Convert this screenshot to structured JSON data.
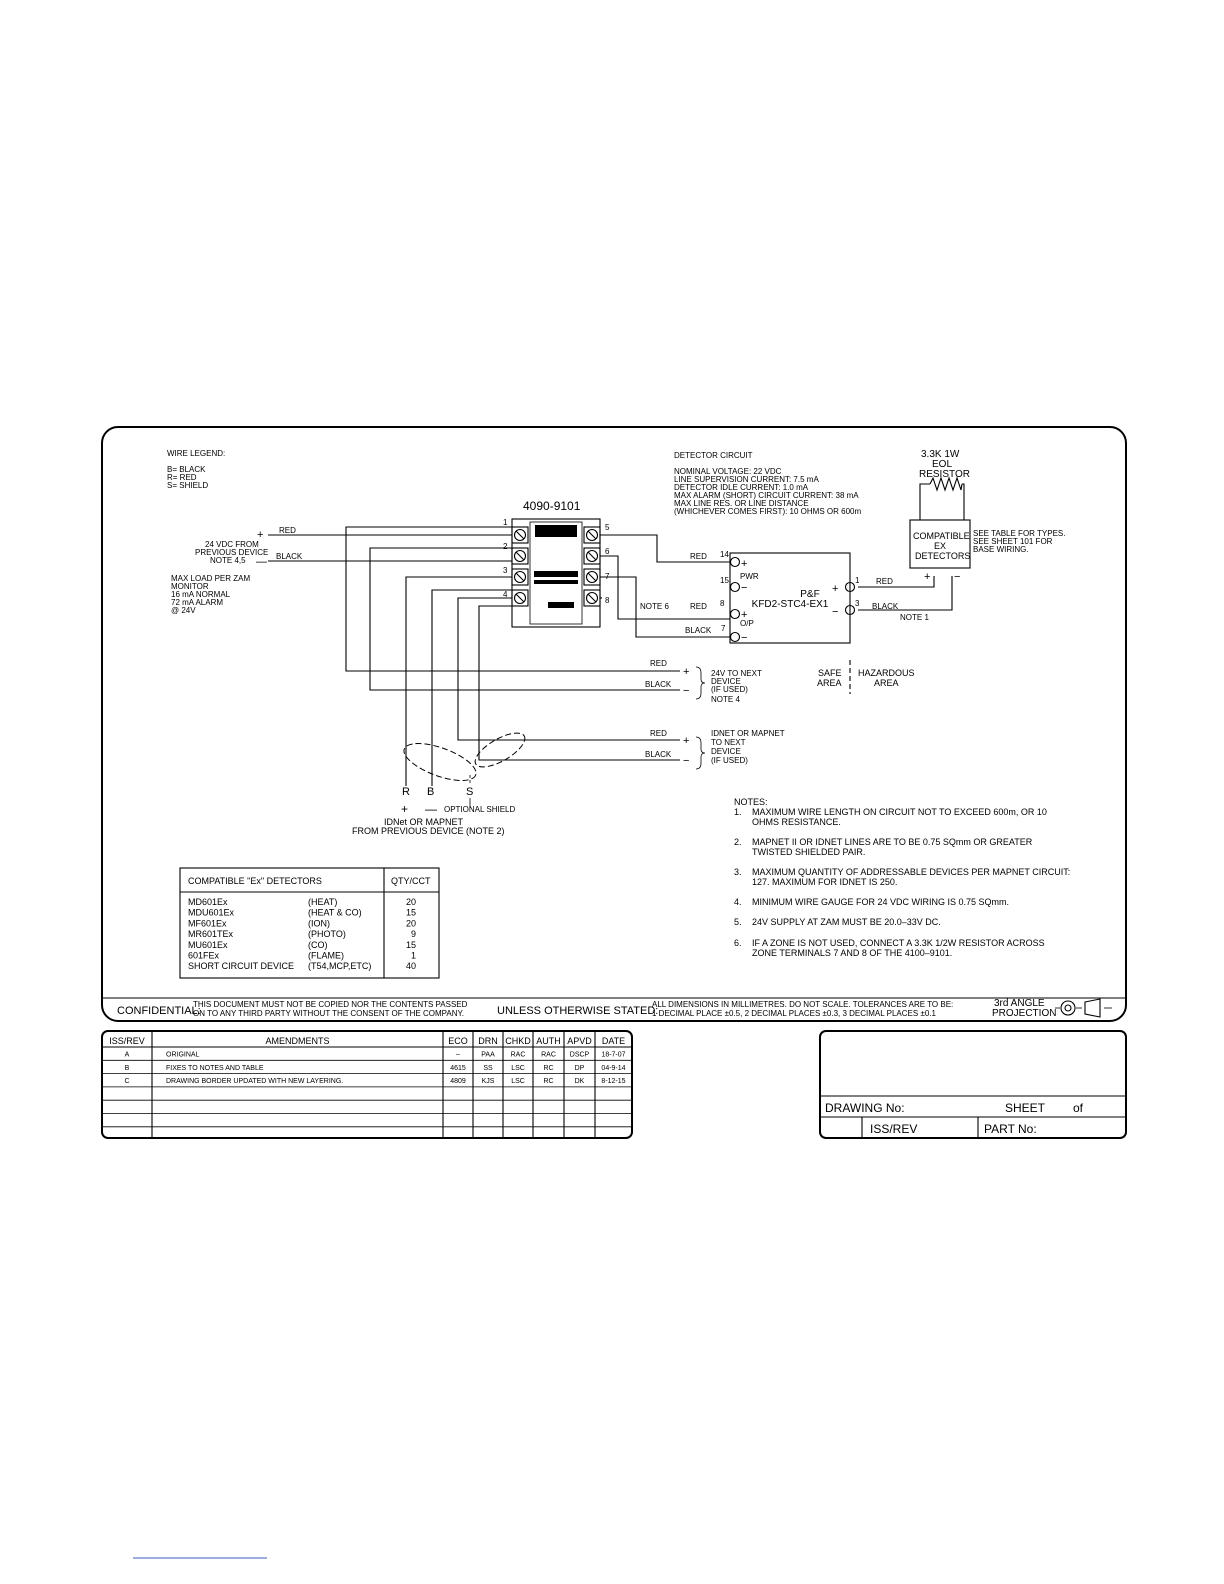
{
  "wire_legend": {
    "title": "WIRE LEGEND:",
    "items": [
      "B= BLACK",
      "R= RED",
      "S= SHIELD"
    ]
  },
  "left_supply": {
    "plus": "+",
    "minus": "—",
    "line1": "24 VDC FROM",
    "line2": "PREVIOUS DEVICE",
    "line3": "NOTE 4,5",
    "red": "RED",
    "black": "BLACK"
  },
  "max_load": [
    "MAX LOAD PER ZAM",
    "MONITOR",
    "16  mA NORMAL",
    "72  mA ALARM",
    "@ 24V"
  ],
  "module": {
    "title": "4090-9101",
    "left_terminals": [
      "1",
      "2",
      "3",
      "4"
    ],
    "right_terminals": [
      "5",
      "6",
      "7",
      "8"
    ]
  },
  "detector_circuit": {
    "title": "DETECTOR CIRCUIT",
    "lines": [
      "NOMINAL VOLTAGE: 22 VDC",
      "LINE SUPERVISION CURRENT: 7.5 mA",
      "DETECTOR IDLE CURRENT: 1.0 mA",
      "MAX ALARM (SHORT) CIRCUIT CURRENT: 38 mA",
      "MAX LINE RES. OR LINE DISTANCE",
      "(WHICHEVER COMES FIRST): 10 OHMS OR 600m"
    ]
  },
  "eol_resistor": [
    "3.3K  1W",
    "EOL",
    "RESISTOR"
  ],
  "compatible_box": [
    "COMPATIBLE",
    "EX",
    "DETECTORS"
  ],
  "compatible_note": [
    "SEE TABLE FOR TYPES.",
    "SEE SHEET 101 FOR",
    "BASE WIRING."
  ],
  "barrier": {
    "name": "P&F",
    "model": "KFD2-STC4-EX1",
    "pwr": "PWR",
    "op": "O/P",
    "terminals_left": [
      "14",
      "15",
      "8",
      "7"
    ],
    "terminals_right": [
      "1",
      "3"
    ],
    "red": "RED",
    "black": "BLACK",
    "note6": "NOTE 6",
    "note1": "NOTE 1"
  },
  "next_24v": [
    "24V TO NEXT",
    "DEVICE",
    "(IF USED)",
    "NOTE 4"
  ],
  "next_idnet": [
    "IDNET OR MAPNET",
    "TO NEXT",
    "DEVICE",
    "(IF USED)"
  ],
  "areas": {
    "safe": [
      "SAFE",
      "AREA"
    ],
    "hazardous": [
      "HAZARDOUS",
      "AREA"
    ]
  },
  "wire_labels": {
    "red": "RED",
    "black": "BLACK"
  },
  "rbs": {
    "r": "R",
    "b": "B",
    "s": "S",
    "plus": "+",
    "minus": "—",
    "shield": "OPTIONAL SHIELD",
    "line1": "IDNet OR MAPNET",
    "line2": "FROM PREVIOUS DEVICE (NOTE 2)"
  },
  "detectors_table": {
    "header": "COMPATIBLE \"Ex\" DETECTORS",
    "qty_header": "QTY/CCT",
    "rows": [
      {
        "model": "MD601Ex",
        "type": "(HEAT)",
        "qty": "20"
      },
      {
        "model": "MDU601Ex",
        "type": "(HEAT  &  CO)",
        "qty": "15"
      },
      {
        "model": "MF601Ex",
        "type": "(ION)",
        "qty": "20"
      },
      {
        "model": "MR601TEx",
        "type": "(PHOTO)",
        "qty": "9"
      },
      {
        "model": "MU601Ex",
        "type": "(CO)",
        "qty": "15"
      },
      {
        "model": "601FEx",
        "type": "(FLAME)",
        "qty": "1"
      },
      {
        "model": "SHORT  CIRCUIT  DEVICE",
        "type": "(T54,MCP,ETC)",
        "qty": "40"
      }
    ]
  },
  "notes": {
    "title": "NOTES:",
    "items": [
      [
        "1.",
        "MAXIMUM  WIRE  LENGTH  ON  CIRCUIT  NOT  TO  EXCEED  600m,  OR  10",
        "OHMS  RESISTANCE."
      ],
      [
        "2.",
        "MAPNET  II  OR  IDNET  LINES  ARE  TO  BE  0.75  SQmm  OR  GREATER",
        "TWISTED  SHIELDED  PAIR."
      ],
      [
        "3.",
        "MAXIMUM  QUANTITY  OF  ADDRESSABLE  DEVICES  PER  MAPNET  CIRCUIT:",
        "127.  MAXIMUM  FOR  IDNET  IS  250."
      ],
      [
        "4.",
        "MINIMUM  WIRE  GAUGE  FOR  24  VDC  WIRING  IS  0.75  SQmm.",
        ""
      ],
      [
        "5.",
        "24V  SUPPLY  AT  ZAM  MUST  BE  20.0–33V  DC.",
        ""
      ],
      [
        "6.",
        "IF  A  ZONE  IS  NOT  USED,  CONNECT  A  3.3K  1/2W  RESISTOR  ACROSS",
        "ZONE  TERMINALS  7  AND  8  OF  THE  4100–9101."
      ]
    ]
  },
  "footer": {
    "confidential_label": "CONFIDENTIAL:",
    "confidential_text": [
      "THIS  DOCUMENT  MUST  NOT  BE  COPIED  NOR  THE  CONTENTS  PASSED",
      "ON  TO  ANY  THIRD  PARTY  WITHOUT  THE  CONSENT  OF  THE  COMPANY."
    ],
    "unless_label": "UNLESS  OTHERWISE  STATED:",
    "unless_text": [
      "ALL  DIMENSIONS  IN  MILLIMETRES.  DO  NOT  SCALE.  TOLERANCES  ARE  TO  BE:",
      "1  DECIMAL  PLACE  ±0.5,  2  DECIMAL  PLACES  ±0.3,  3  DECIMAL  PLACES  ±0.1"
    ],
    "projection": [
      "3rd  ANGLE",
      "PROJECTION"
    ]
  },
  "amendments": {
    "headers": [
      "ISS/REV",
      "AMENDMENTS",
      "ECO",
      "DRN",
      "CHKD",
      "AUTH",
      "APVD",
      "DATE"
    ],
    "rows": [
      [
        "A",
        "ORIGINAL",
        "–",
        "PAA",
        "RAC",
        "RAC",
        "DSCP",
        "18-7-07"
      ],
      [
        "B",
        "FIXES TO NOTES AND TABLE",
        "4615",
        "SS",
        "LSC",
        "RC",
        "DP",
        "04-9-14"
      ],
      [
        "C",
        "DRAWING BORDER UPDATED WITH NEW LAYERING.",
        "4809",
        "KJS",
        "LSC",
        "RC",
        "DK",
        "8-12-15"
      ],
      [
        "",
        "",
        "",
        "",
        "",
        "",
        "",
        ""
      ],
      [
        "",
        "",
        "",
        "",
        "",
        "",
        "",
        ""
      ],
      [
        "",
        "",
        "",
        "",
        "",
        "",
        "",
        ""
      ],
      [
        "",
        "",
        "",
        "",
        "",
        "",
        "",
        ""
      ]
    ]
  },
  "title_block": {
    "drawing_no": "DRAWING  No:",
    "sheet": "SHEET",
    "of": "of",
    "iss_rev": "ISS/REV",
    "part_no": "PART  No:"
  }
}
